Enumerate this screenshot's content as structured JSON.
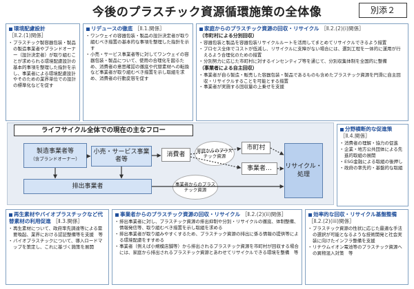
{
  "title": "今後のプラスチック資源循環施策の全体像",
  "annex": "別添２",
  "panels": {
    "env_design": {
      "heading": "環境配慮設計",
      "ref": "［Ⅱ.2.(1)関係］",
      "items": [
        "プラスチック製容器包装・製品の製造事業者やブランドオーナー（設計決定者）が取り組むことが求められる環境配慮設計の基本的事項を整理した指針を示し、事業者による環境配慮設計やそのための業界単位での設計の標準化などを促す"
      ]
    },
    "reduce": {
      "heading": "リデュースの徹底",
      "ref": "［Ⅱ.1.関係］",
      "items": [
        "ワンウェイの容器包装・製品の設計決定者が取り組むべき措置の基本的な事項を整理した指針を示す",
        "小売・サービス事業者等に対してワンウェイの容器包装・製品について、使用の合理化を図るため、消費者の意思確認の徹底や代替素材への転換など事業者が取り組むべき措置を示し取組を求め、消費者の行動変容を促す"
      ]
    },
    "household": {
      "heading": "家庭からのプラスチック資源の回収・リサイクル",
      "ref": "［Ⅱ.2.(2)(i)関係］",
      "sub1": "（市町村による分別回収）",
      "items1": [
        "容器包装と製品を容器包装リサイクルルートを活用してまとめてリサイクルできるよう措置",
        "プロセス全体でコストが低減し、リサイクルに支障がない場合には、選別工程を一体的に運用が行えるよう合理化のための措置",
        "分別努力に応じた市町村に対するインセンティブ等を通じて、分別収集体制を全国的に整備"
      ],
      "sub2": "（事業者による自主回収）",
      "items2": [
        "事業者が自ら製造・販売した容器包装・製品であるものも含めたプラスチック資源を円滑に自主回収・リサイクルすることを可能とする措置",
        "事業者が実施する回収量の上乗せを支援"
      ]
    },
    "cross": {
      "heading": "分野横断的な促進策",
      "ref": "［Ⅱ.4.関係］",
      "items": [
        "消費者の理解・協力の促進",
        "企業・地方公共団体による先進的取組の展開",
        "ESG金融による取組の後押し",
        "政府の率先的・基盤的な取組"
      ]
    },
    "recycled": {
      "heading": "再生素材やバイオプラスチックなど代替素材の利用促進",
      "ref": "［Ⅱ.3.関係］",
      "items": [
        "再生素材について、政府率先調達等による需要喚起、業界における認証整備等を支援　等",
        "バイオプラスチックについて、導入ロードマップを策定し、これに基づく施策を展開"
      ]
    },
    "business": {
      "heading": "事業者からのプラスチック資源の回収・リサイクル",
      "ref": "［Ⅱ.2.(2)(ii)関係］",
      "items": [
        "排出事業者に対し、プラスチック資源の排出抑制や分別・リサイクルの徹底、体制整備、情報発信等、取り組むべき措置を示し取組を求める",
        "排出事業者が取り組みやすくするため、プラスチック資源の排出に係る情報の提供等による環境配慮をすすめる",
        "事業者（例えば小規模店舗等）から排出されるプラスチック資源を市町村が回収する場合には、家庭から排出されるプラスチック資源とあわせてリサイクルできる環境を整備　等"
      ]
    },
    "efficient": {
      "heading": "効率的な回収・リサイクル基盤整備",
      "ref": "［Ⅱ.2.(2)(iii)関係］",
      "items": [
        "プラスチック資源の性状に応じた最適な手法の選択が可能となるような技術開発と社会実装に向けたインフラ整備を支援",
        "リチウムイオン電池等のプラスチック資源への異物混入対策　等"
      ]
    }
  },
  "flow": {
    "title": "ライフサイクル全体での現在の主なフロー",
    "manufacturer": "製造事業者等",
    "manufacturer_sub": "（含ブランドオーナー）",
    "retail": "小売・サービス事業者等",
    "consumer": "消費者",
    "household_resource": "家庭からのプラスチック資源",
    "municipality": "市町村",
    "business_operator": "事業者…",
    "recycle": "リサイクル・処理",
    "discharger": "排出事業者",
    "business_resource": "事業者からのプラスチック資源"
  }
}
